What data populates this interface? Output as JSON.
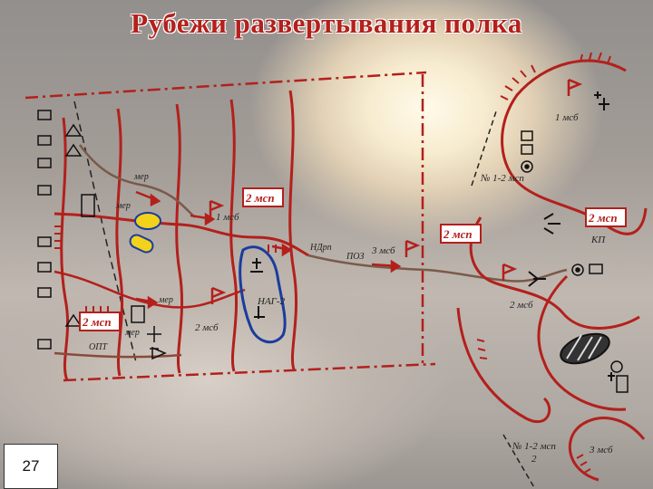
{
  "title": "Рубежи развертывания полка",
  "page_number": "27",
  "colors": {
    "line": "#b3201c",
    "ink": "#222222",
    "blue": "#1a3c9e",
    "yellow": "#f2d21a"
  },
  "labels": {
    "mer_1": "мер",
    "mer_2": "мер",
    "mer_3": "мер",
    "mer_4": "мер",
    "msp_box_1": "2 мсп",
    "msp_box_2": "2 мсп",
    "msp_box_3": "2 мсп",
    "msp_box_4": "2 мсп",
    "msb_1": "1 мсб",
    "msb_2": "2 мсб",
    "msb_3": "3 мсб",
    "msb_right_1": "1 мсб",
    "msb_right_2": "2 мсб",
    "msb_right_3": "3 мсб",
    "ndr": "НДрп",
    "poz": "ПОЗ",
    "nag": "НАГ-2",
    "opt": "ОПТ",
    "kp": "КП",
    "line_1_2_msp_top": "№ 1-2 мсп",
    "line_1_2_msp_bottom": "№ 1-2 мсп",
    "line_2": "2"
  },
  "icons": [
    "flag-icon",
    "tank-icon",
    "artillery-icon",
    "mortar-icon",
    "radar-icon",
    "observation-post-icon"
  ]
}
